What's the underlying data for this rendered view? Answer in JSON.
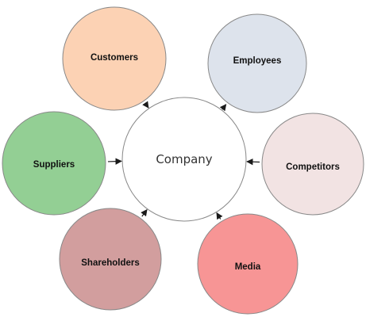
{
  "center": {
    "label": "Company"
  },
  "nodes": [
    {
      "id": "customers",
      "label": "Customers",
      "fill": "#fcd2b4",
      "arrow": "in"
    },
    {
      "id": "employees",
      "label": "Employees",
      "fill": "#dde3ec",
      "arrow": "out"
    },
    {
      "id": "competitors",
      "label": "Competitors",
      "fill": "#f2e3e3",
      "arrow": "in"
    },
    {
      "id": "media",
      "label": "Media",
      "fill": "#f79595",
      "arrow": "in"
    },
    {
      "id": "shareholders",
      "label": "Shareholders",
      "fill": "#d29e9e",
      "arrow": "in"
    },
    {
      "id": "suppliers",
      "label": "Suppliers",
      "fill": "#93cf94",
      "arrow": "in"
    }
  ],
  "colors": {
    "stroke": "#888888",
    "arrow": "#1a1a1a",
    "center_fill": "#ffffff"
  }
}
